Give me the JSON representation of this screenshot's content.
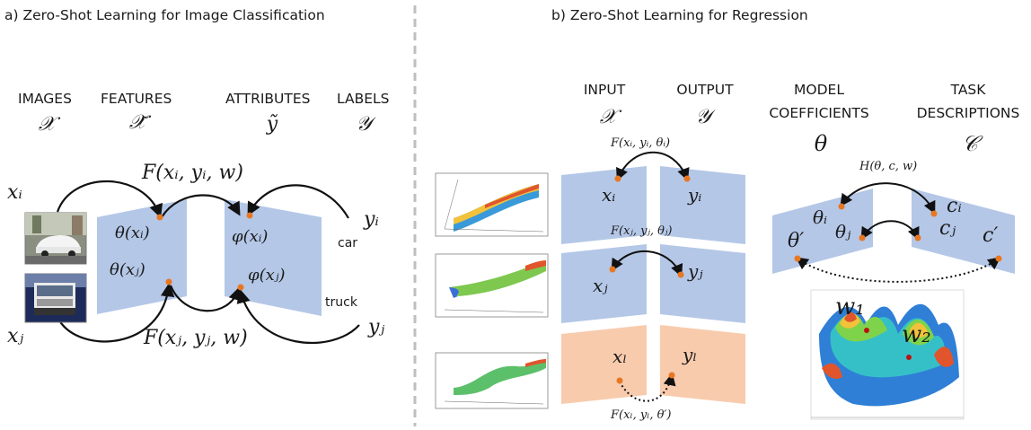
{
  "panel_a": {
    "title": "a) Zero-Shot Learning for Image Classification",
    "headers": {
      "images": "IMAGES",
      "images_sym": "𝒳",
      "features": "FEATURES",
      "features_sym": "𝒳̃",
      "attributes": "ATTRIBUTES",
      "attributes_sym": "ỹ",
      "labels": "LABELS",
      "labels_sym": "𝒴"
    },
    "f_top": "F(xᵢ, yᵢ, w)",
    "f_bottom": "F(xⱼ, yⱼ, w)",
    "x_i": "xᵢ",
    "x_j": "xⱼ",
    "y_i": "yᵢ",
    "y_j": "yⱼ",
    "theta_i": "θ(xᵢ)",
    "theta_j": "θ(xⱼ)",
    "phi_i": "φ(xᵢ)",
    "phi_j": "φ(xⱼ)",
    "car": "car",
    "truck": "truck"
  },
  "panel_b": {
    "title": "b) Zero-Shot Learning for Regression",
    "headers": {
      "input": "INPUT",
      "input_sym": "𝒳",
      "output": "OUTPUT",
      "output_sym": "𝒴",
      "model_1": "MODEL",
      "model_2": "COEFFICIENTS",
      "model_sym": "θ",
      "task_1": "TASK",
      "task_2": "DESCRIPTIONS",
      "task_sym": "𝒞"
    },
    "f_i": "F(xᵢ, yᵢ, θᵢ)",
    "f_j": "F(xⱼ, yⱼ, θⱼ)",
    "f_l": "F(xₗ, yₗ, θ′)",
    "h": "H(θ, c, w)",
    "x_i": "xᵢ",
    "y_i": "yᵢ",
    "x_j": "xⱼ",
    "y_j": "yⱼ",
    "x_l": "xₗ",
    "y_l": "yₗ",
    "theta_i": "θᵢ",
    "theta_j": "θⱼ",
    "theta_p": "θ′",
    "c_i": "cᵢ",
    "c_j": "cⱼ",
    "c_p": "c′",
    "w1": "w₁",
    "w2": "w₂"
  },
  "colors": {
    "blue_plane": "#b4c7e7",
    "orange_plane": "#f8cbad",
    "dot": "#e87722",
    "divider": "#bfbfbf"
  }
}
